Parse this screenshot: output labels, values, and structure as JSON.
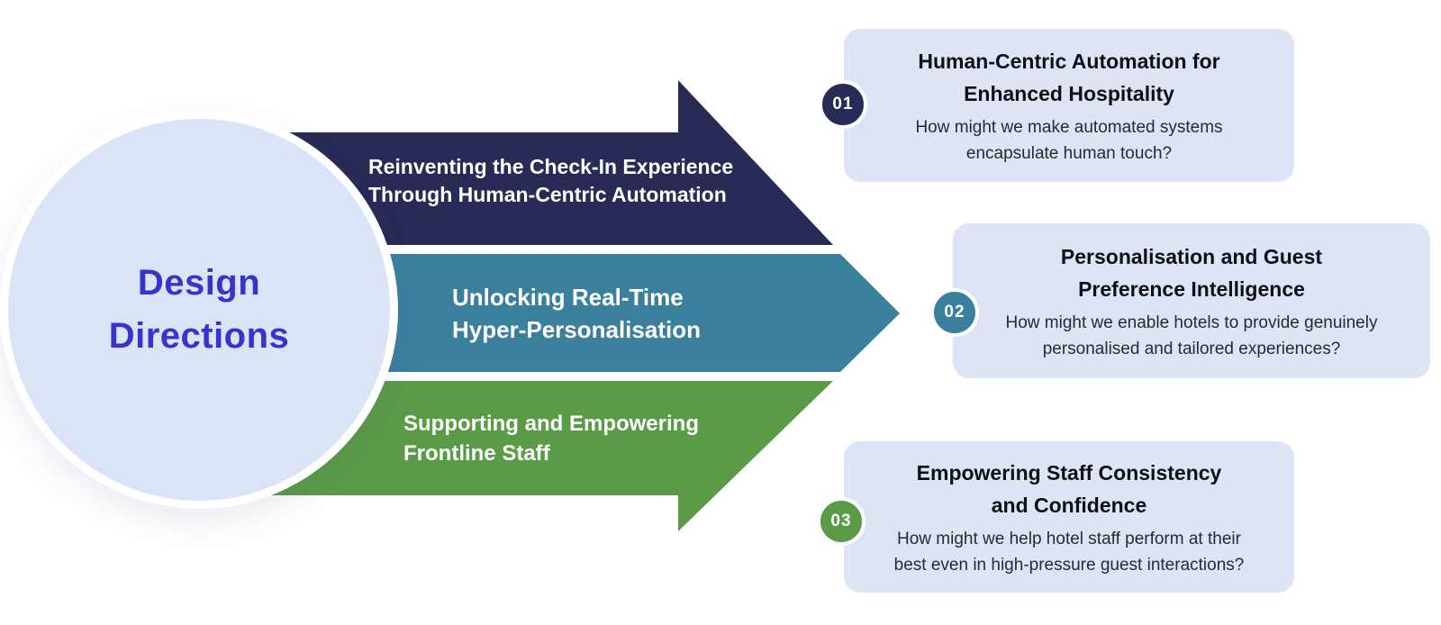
{
  "hub": {
    "line1": "Design",
    "line2": "Directions"
  },
  "arrows": [
    {
      "number": "01",
      "lines": [
        "Reinventing the Check-In Experience",
        "Through Human-Centric Automation"
      ]
    },
    {
      "number": "02",
      "lines": [
        "Unlocking Real-Time",
        "Hyper-Personalisation"
      ]
    },
    {
      "number": "03",
      "lines": [
        "Supporting and Empowering",
        "Frontline Staff"
      ]
    }
  ],
  "cards": [
    {
      "number": "01",
      "title_lines": [
        "Human-Centric Automation for",
        "Enhanced Hospitality"
      ],
      "question_lines": [
        "How might we make automated systems",
        "encapsulate human touch?"
      ]
    },
    {
      "number": "02",
      "title_lines": [
        "Personalisation and Guest",
        "Preference Intelligence"
      ],
      "question_lines": [
        "How might we enable hotels to provide genuinely",
        "personalised and tailored experiences?"
      ]
    },
    {
      "number": "03",
      "title_lines": [
        "Empowering Staff Consistency",
        "and Confidence"
      ],
      "question_lines": [
        "How might we help hotel staff perform at their",
        "best even in high-pressure guest interactions?"
      ]
    }
  ],
  "colors": {
    "navy": "#272b55",
    "teal": "#3a809c",
    "green": "#5b9b47",
    "hub_fill": "#dbe3f6",
    "card_fill": "#dce4f6",
    "hub_text": "#3634cc",
    "title_text": "#101014",
    "body_text": "#2a2a2e",
    "white": "#ffffff"
  }
}
